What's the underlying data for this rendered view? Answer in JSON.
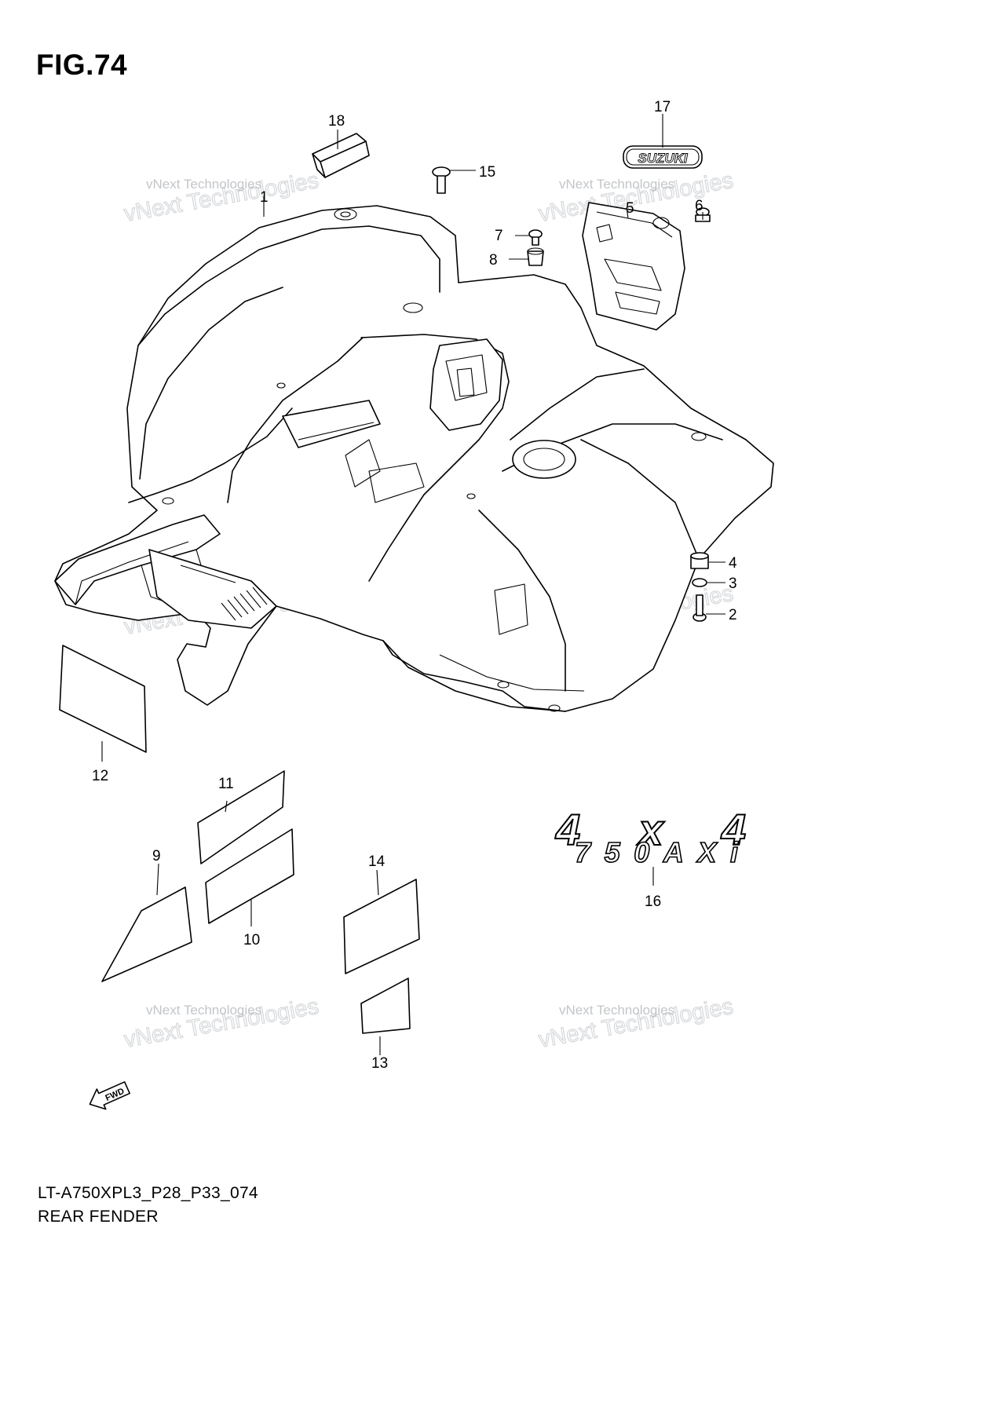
{
  "figure": {
    "title": "FIG.74",
    "code": "LT-A750XPL3_P28_P33_074",
    "name": "REAR FENDER"
  },
  "watermark": {
    "line1": "vNext Technologies",
    "line2": "vNext Technologies"
  },
  "emblems": {
    "suzuki": "SUZUKI",
    "model_top": "4x4",
    "model_bottom": "750AXi"
  },
  "fwd_label": "FWD",
  "callouts": [
    {
      "id": "1",
      "label": "1"
    },
    {
      "id": "2",
      "label": "2"
    },
    {
      "id": "3",
      "label": "3"
    },
    {
      "id": "4",
      "label": "4"
    },
    {
      "id": "5",
      "label": "5"
    },
    {
      "id": "6",
      "label": "6"
    },
    {
      "id": "7",
      "label": "7"
    },
    {
      "id": "8",
      "label": "8"
    },
    {
      "id": "9",
      "label": "9"
    },
    {
      "id": "10",
      "label": "10"
    },
    {
      "id": "11",
      "label": "11"
    },
    {
      "id": "12",
      "label": "12"
    },
    {
      "id": "13",
      "label": "13"
    },
    {
      "id": "14",
      "label": "14"
    },
    {
      "id": "15",
      "label": "15"
    },
    {
      "id": "16",
      "label": "16"
    },
    {
      "id": "17",
      "label": "17"
    },
    {
      "id": "18",
      "label": "18"
    }
  ]
}
